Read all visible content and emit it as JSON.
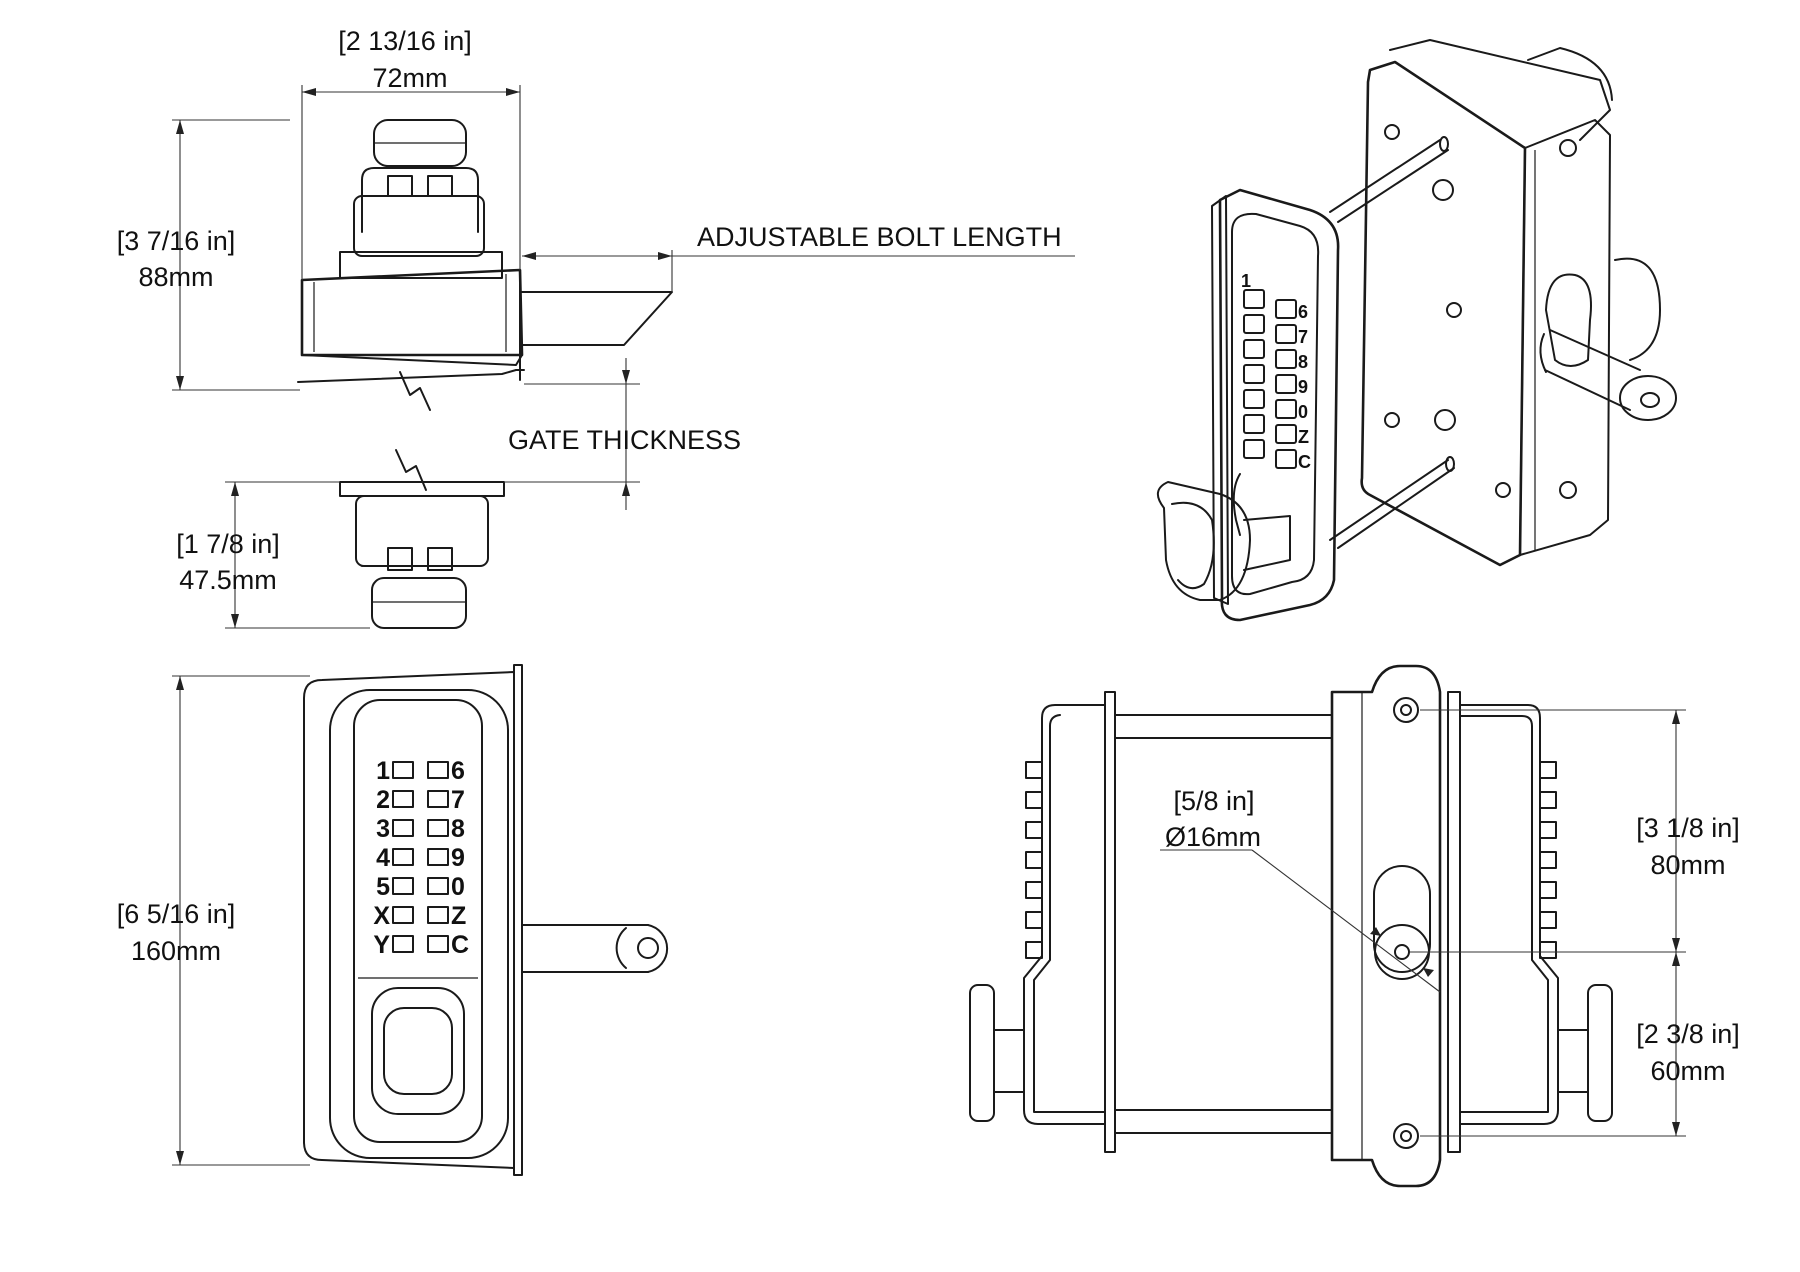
{
  "dimensions": {
    "top_width_in": "[2 13/16 in]",
    "top_width_mm": "72mm",
    "top_height_in": "[3 7/16 in]",
    "top_height_mm": "88mm",
    "adjustable_bolt": "ADJUSTABLE BOLT LENGTH",
    "gate_thickness": "GATE THICKNESS",
    "bottom_height_in": "[1 7/8 in]",
    "bottom_height_mm": "47.5mm",
    "front_height_in": "[6 5/16 in]",
    "front_height_mm": "160mm",
    "bolt_diameter_in": "[5/8 in]",
    "bolt_diameter_mm": "Ø16mm",
    "upper_offset_in": "[3 1/8 in]",
    "upper_offset_mm": "80mm",
    "lower_offset_in": "[2 3/8 in]",
    "lower_offset_mm": "60mm"
  },
  "keypad": {
    "left_column": [
      "1",
      "2",
      "3",
      "4",
      "5",
      "X",
      "Y"
    ],
    "right_column": [
      "6",
      "7",
      "8",
      "9",
      "0",
      "Z",
      "C"
    ]
  },
  "iso_keypad": {
    "left_column": [
      "1"
    ],
    "right_column": [
      "6",
      "7",
      "8",
      "9",
      "0",
      "Z",
      "C"
    ]
  }
}
